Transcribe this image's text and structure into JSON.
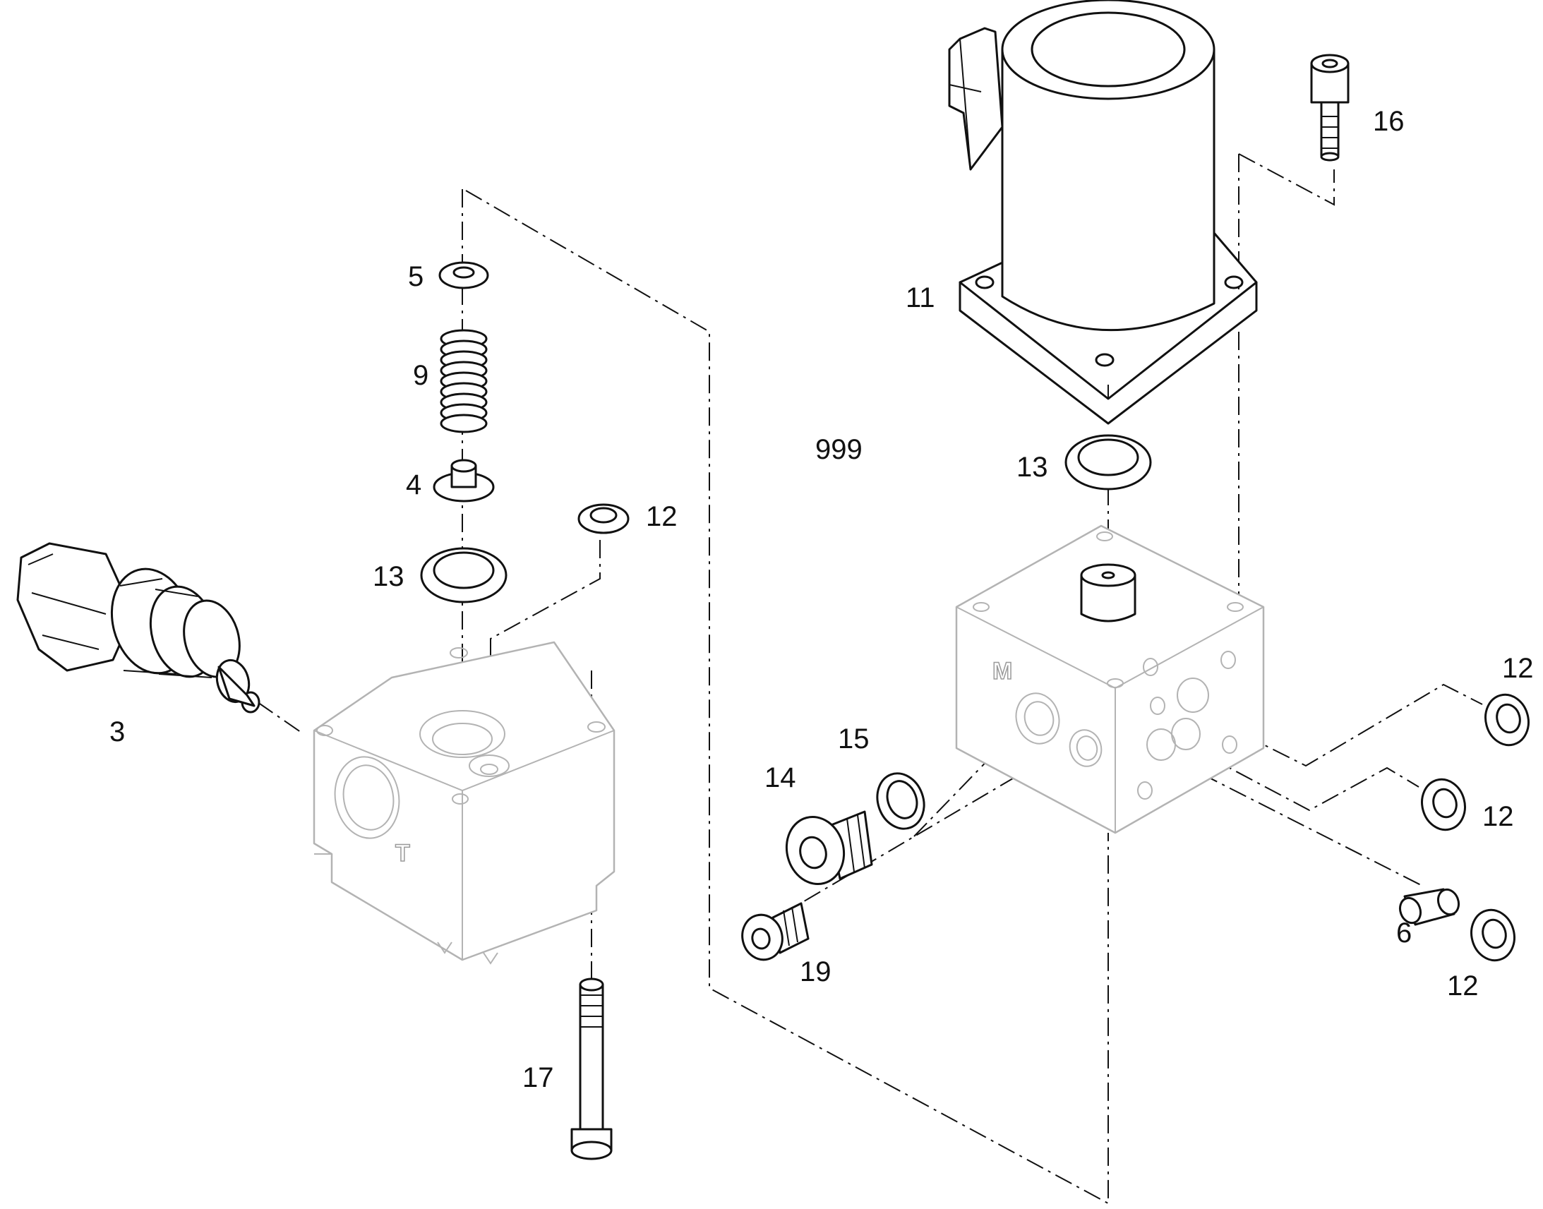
{
  "callouts": {
    "c3": "3",
    "c4": "4",
    "c5": "5",
    "c6": "6",
    "c9": "9",
    "c11": "11",
    "c12_left": "12",
    "c12_right_top": "12",
    "c12_right_mid": "12",
    "c12_right_bottom": "12",
    "c13_left": "13",
    "c13_right": "13",
    "c14": "14",
    "c15": "15",
    "c16": "16",
    "c17": "17",
    "c19": "19",
    "c999": "999"
  },
  "port_marks": {
    "left_block": "T",
    "right_block": "M"
  },
  "colors": {
    "line": "#111111",
    "housing_outline": "#b3b3b3",
    "background": "#ffffff"
  }
}
